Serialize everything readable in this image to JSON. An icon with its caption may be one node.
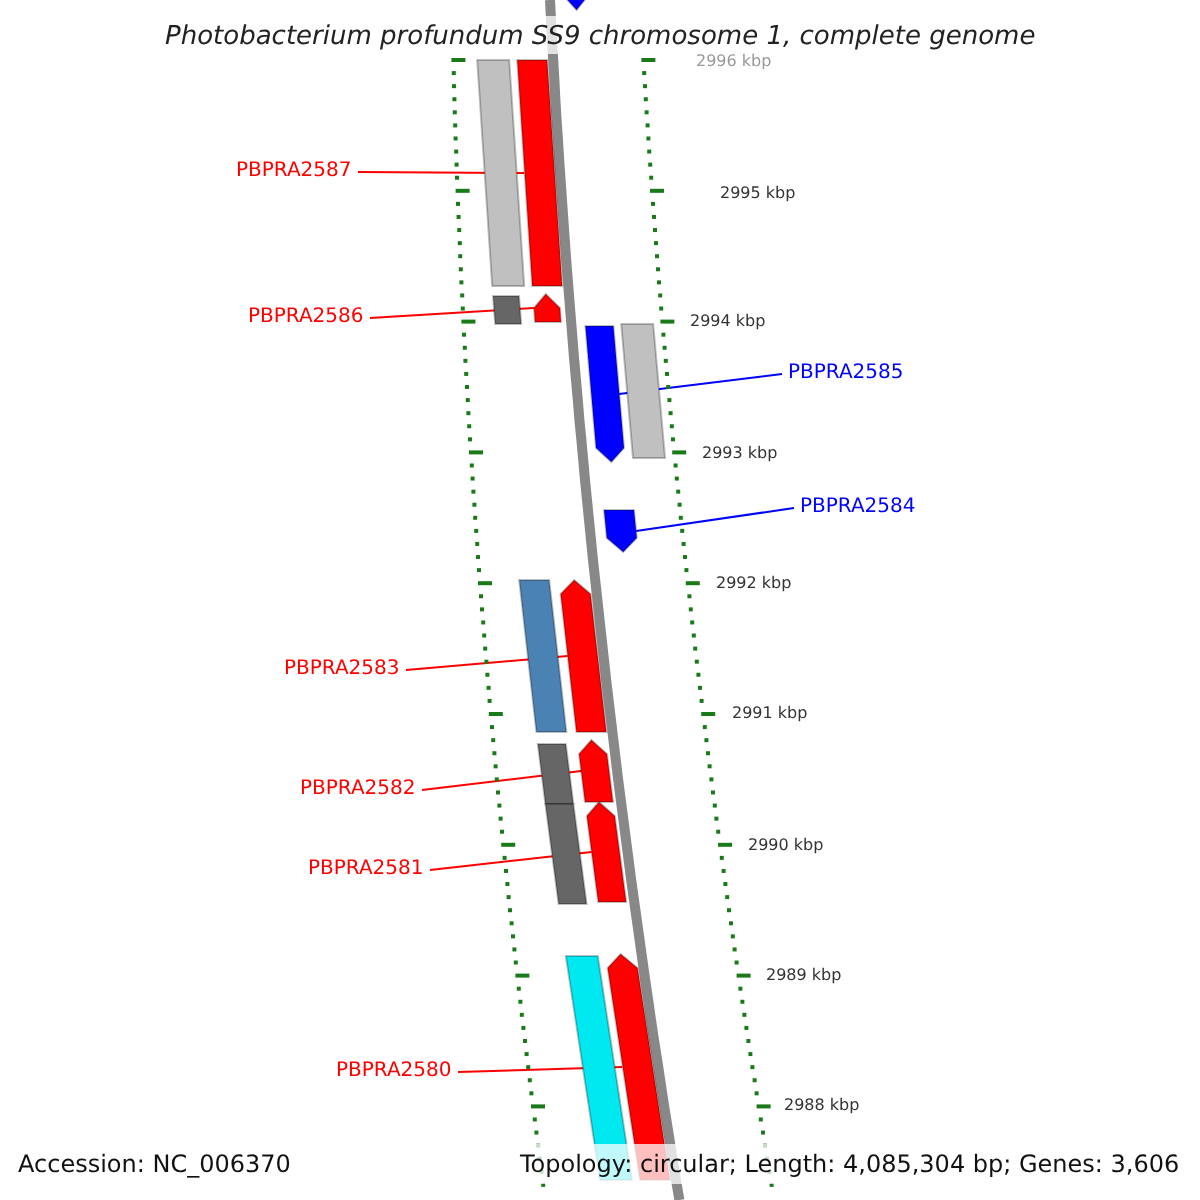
{
  "diagram": {
    "title": "Photobacterium profundum SS9 chromosome 1, complete genome",
    "nodes": [
      {
        "text": [
          "PBPRA2587"
        ]
      },
      {
        "text": [],
        "shape": "bar"
      },
      {
        "text": [
          "PBPRA2586"
        ]
      },
      {
        "text": [],
        "shape": "bar"
      },
      {
        "text": [
          "PBPRA2585"
        ]
      },
      {
        "text": [],
        "shape": "bar"
      },
      {
        "text": [
          "PBPRA2584"
        ]
      },
      {
        "text": [],
        "shape": "bar"
      },
      {
        "text": [
          "PBPRA2583"
        ]
      },
      {
        "text": [],
        "shape": "bar"
      },
      {
        "text": [
          "PBPRA2582"
        ]
      },
      {
        "text": [],
        "shape": "bar"
      },
      {
        "text": [
          "PBPRA2581"
        ]
      },
      {
        "text": [],
        "shape": "bar"
      },
      {
        "text": [
          "PBPRA2580"
        ]
      },
      {
        "text": [],
        "shape": "bar"
      },
      {
        "text": [],
        "shape": "bar"
      },
      {
        "text": [],
        "shape": "bar"
      },
      {
        "text": [],
        "shape": "bar"
      },
      {
        "text": [],
        "shape": "bar"
      },
      {
        "text": [],
        "shape": "bar"
      },
      {
        "text": [],
        "shape": "bar"
      },
      {
        "text": [],
        "shape": "bar"
      },
      {
        "text": [],
        "shape": "bar"
      }
    ],
    "edges": [
      {
        "from": 0,
        "to": 1,
        "arrow": "none"
      },
      {
        "from": 2,
        "to": 3,
        "arrow": "none"
      },
      {
        "from": 4,
        "to": 5,
        "arrow": "none",
        "color": "#0000ff"
      },
      {
        "from": 6,
        "to": 7,
        "arrow": "none",
        "color": "#0000ff"
      },
      {
        "from": 8,
        "to": 9,
        "arrow": "none"
      },
      {
        "from": 10,
        "to": 11,
        "arrow": "none"
      },
      {
        "from": 12,
        "to": 13,
        "arrow": "none"
      },
      {
        "from": 14,
        "to": 15,
        "arrow": "none"
      }
    ],
    "labels": [
      "2996 kbp",
      "2995 kbp",
      "2994 kbp",
      "2993 kbp",
      "2992 kbp",
      "2991 kbp",
      "2990 kbp",
      "2989 kbp",
      "2988 kbp",
      "Accession: NC_006370",
      "Topology: circular; Length: 4,085,304 bp; Genes: 3,606"
    ]
  }
}
